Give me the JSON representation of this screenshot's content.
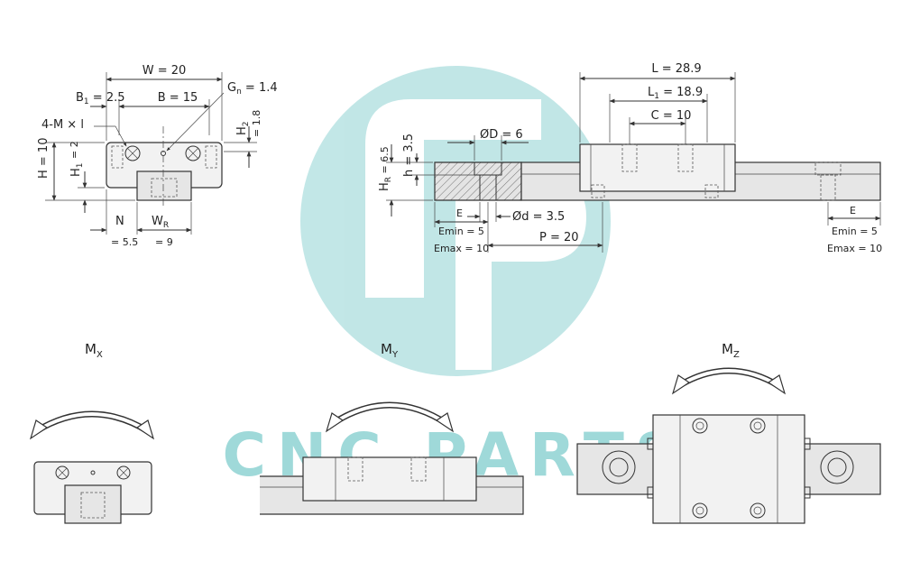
{
  "watermark": {
    "text": "CNC PARTS",
    "color": "#8fd3d3"
  },
  "front_view": {
    "W": "W = 20",
    "B1_pre": "B",
    "B1_sub": "1",
    "B1_post": " = 2.5",
    "B": "B = 15",
    "Gn_pre": "G",
    "Gn_sub": "n",
    "Gn_post": " = 1.4",
    "M": "4-M × l",
    "H2_pre": "H",
    "H2_sub": "2",
    "H2_val": "= 1.8",
    "H": "H = 10",
    "H1_pre": "H",
    "H1_sub": "1",
    "H1_val": "= 2",
    "N": "N",
    "N_val": "= 5.5",
    "WR_pre": "W",
    "WR_sub": "R",
    "WR_val": "= 9"
  },
  "side_view": {
    "L": "L = 28.9",
    "L1_pre": "L",
    "L1_sub": "1",
    "L1_post": " = 18.9",
    "C": "C = 10",
    "D": "ØD = 6",
    "d": "Ød = 3.5",
    "HR_pre": "H",
    "HR_sub": "R",
    "HR_val": " = 6.5",
    "h": "h = 3.5",
    "P": "P = 20",
    "E_left": "E",
    "Emin_left": "Emin = 5",
    "Emax_left": "Emax = 10",
    "E_right": "E",
    "Emin_right": "Emin = 5",
    "Emax_right": "Emax = 10"
  },
  "moments": {
    "mx_pre": "M",
    "mx_sub": "X",
    "my_pre": "M",
    "my_sub": "Y",
    "mz_pre": "M",
    "mz_sub": "Z"
  }
}
